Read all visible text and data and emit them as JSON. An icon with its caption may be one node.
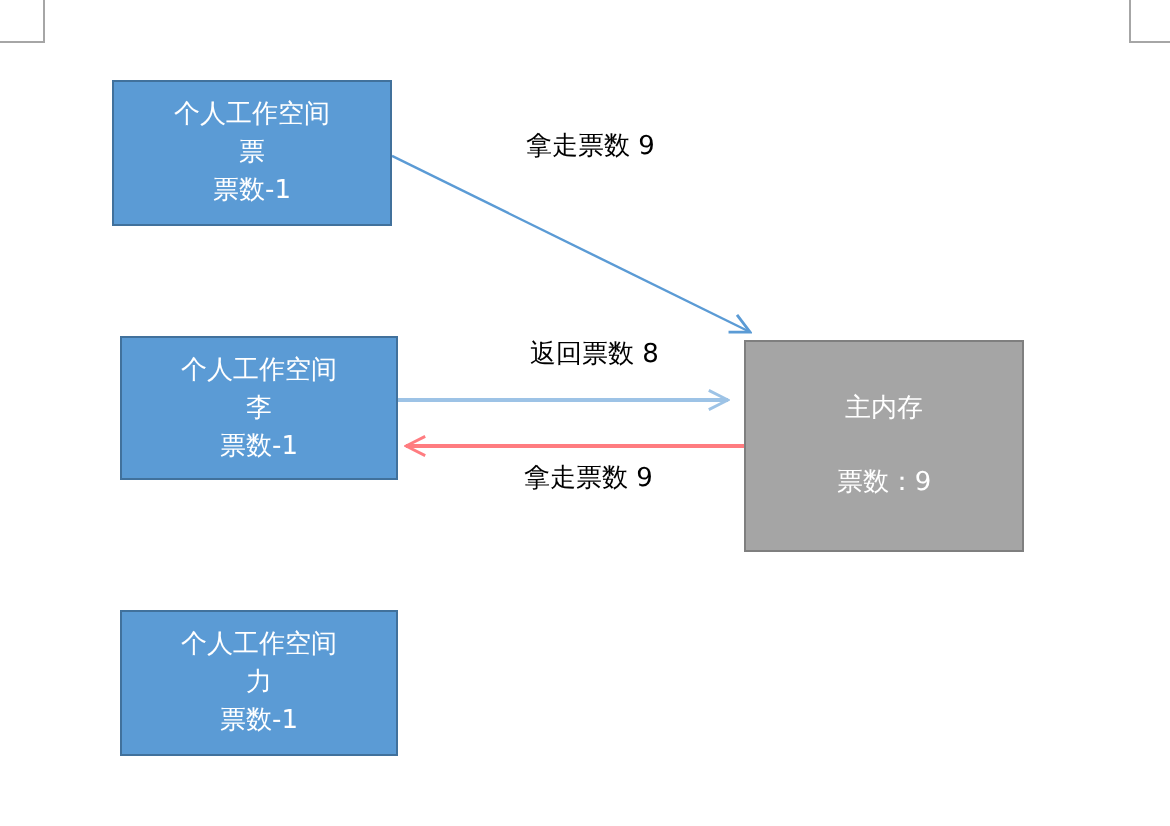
{
  "diagram": {
    "nodes": [
      {
        "text": [
          "个人工作空间",
          "票",
          "票数-1"
        ]
      },
      {
        "text": [
          "个人工作空间",
          "李",
          "票数-1"
        ]
      },
      {
        "text": [
          "个人工作空间",
          "力",
          "票数-1"
        ]
      },
      {
        "text": [
          "主内存",
          "票数：9"
        ]
      }
    ],
    "edges": [
      {
        "from": 0,
        "to": 3,
        "arrow": "to",
        "label": "拿走票数  9"
      },
      {
        "from": 1,
        "to": 3,
        "arrow": "to",
        "label": "返回票数 8"
      },
      {
        "from": 3,
        "to": 1,
        "arrow": "to",
        "label": "拿走票数 9",
        "color": "#ff7c80"
      }
    ]
  }
}
